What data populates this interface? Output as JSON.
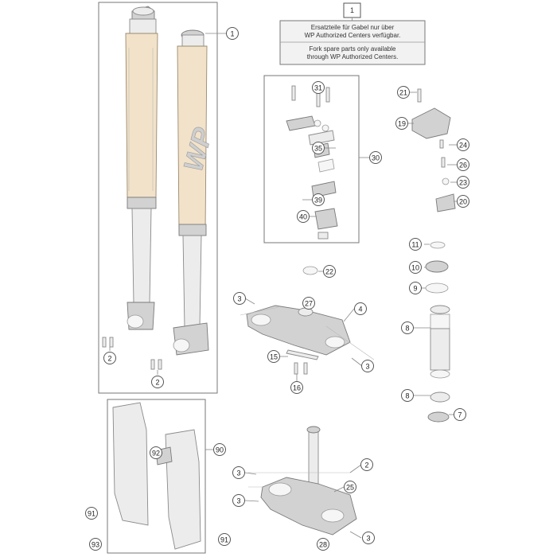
{
  "notice": {
    "ref": "1",
    "line_de_1": "Ersatzteile für Gabel nur über",
    "line_de_2": "WP Authorized Centers verfügbar.",
    "line_en_1": "Fork spare parts only available",
    "line_en_2": "through WP Authorized Centers."
  },
  "callouts": [
    "1",
    "2",
    "2",
    "31",
    "30",
    "35",
    "39",
    "40",
    "21",
    "19",
    "24",
    "26",
    "23",
    "20",
    "22",
    "11",
    "10",
    "9",
    "8",
    "8",
    "7",
    "3",
    "27",
    "4",
    "15",
    "3",
    "16",
    "90",
    "92",
    "91",
    "93",
    "91",
    "2",
    "25",
    "3",
    "3",
    "28",
    "3"
  ],
  "logo": "WP"
}
